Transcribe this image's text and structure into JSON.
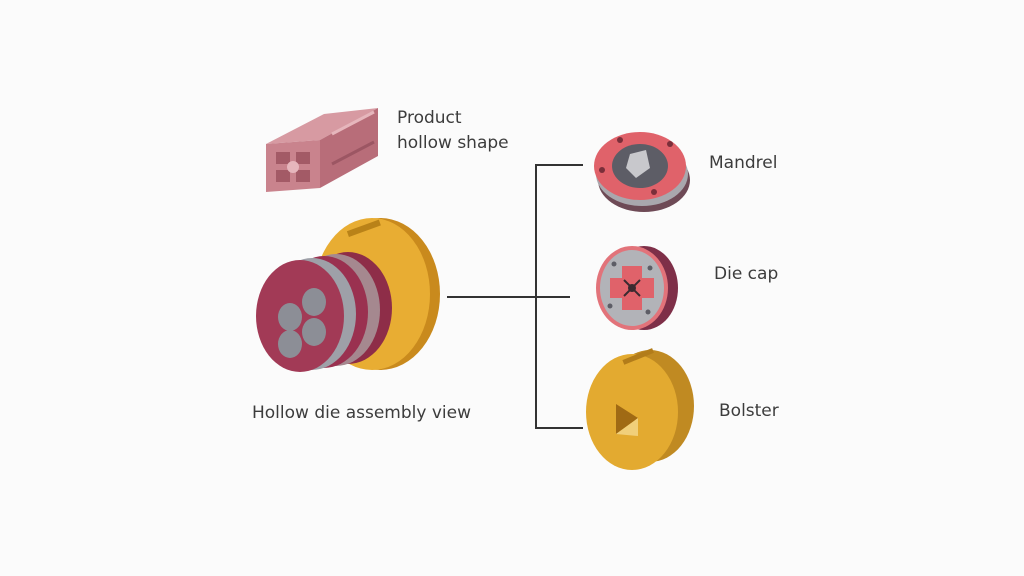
{
  "diagram": {
    "product": {
      "label_line1": "Product",
      "label_line2": "hollow shape"
    },
    "assembly": {
      "label": "Hollow die assembly view"
    },
    "components": [
      {
        "label": "Mandrel"
      },
      {
        "label": "Die cap"
      },
      {
        "label": "Bolster"
      }
    ],
    "colors": {
      "background": "#fbfbfb",
      "profile_pink": "#c27a84",
      "die_crimson": "#a23a56",
      "mandrel_red": "#e0626a",
      "steel_gray": "#9a9ca3",
      "bolster_gold": "#e2a72e",
      "connector_line": "#333333"
    }
  }
}
